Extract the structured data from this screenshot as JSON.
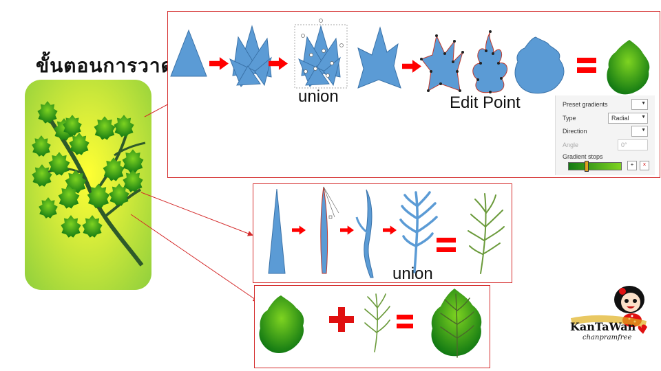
{
  "title": "ขั้นตอนการวาด",
  "labels": {
    "union_top": "union",
    "edit_point": "Edit Point",
    "union_mid": "union"
  },
  "gradient_panel": {
    "preset_label": "Preset gradients",
    "type_label": "Type",
    "type_value": "Radial",
    "direction_label": "Direction",
    "angle_label": "Angle",
    "angle_value": "0°",
    "stops_label": "Gradient stops"
  },
  "logo": {
    "name": "KanTaWan",
    "tagline": "chanpramfree"
  },
  "colors": {
    "box_border": "#d42a2a",
    "shape_blue": "#5b9bd5",
    "arrow_red": "#ff0000",
    "leaf_green_dark": "#1a7a1a",
    "leaf_green_light": "#7ed321",
    "vein_green": "#6a9a3a"
  }
}
